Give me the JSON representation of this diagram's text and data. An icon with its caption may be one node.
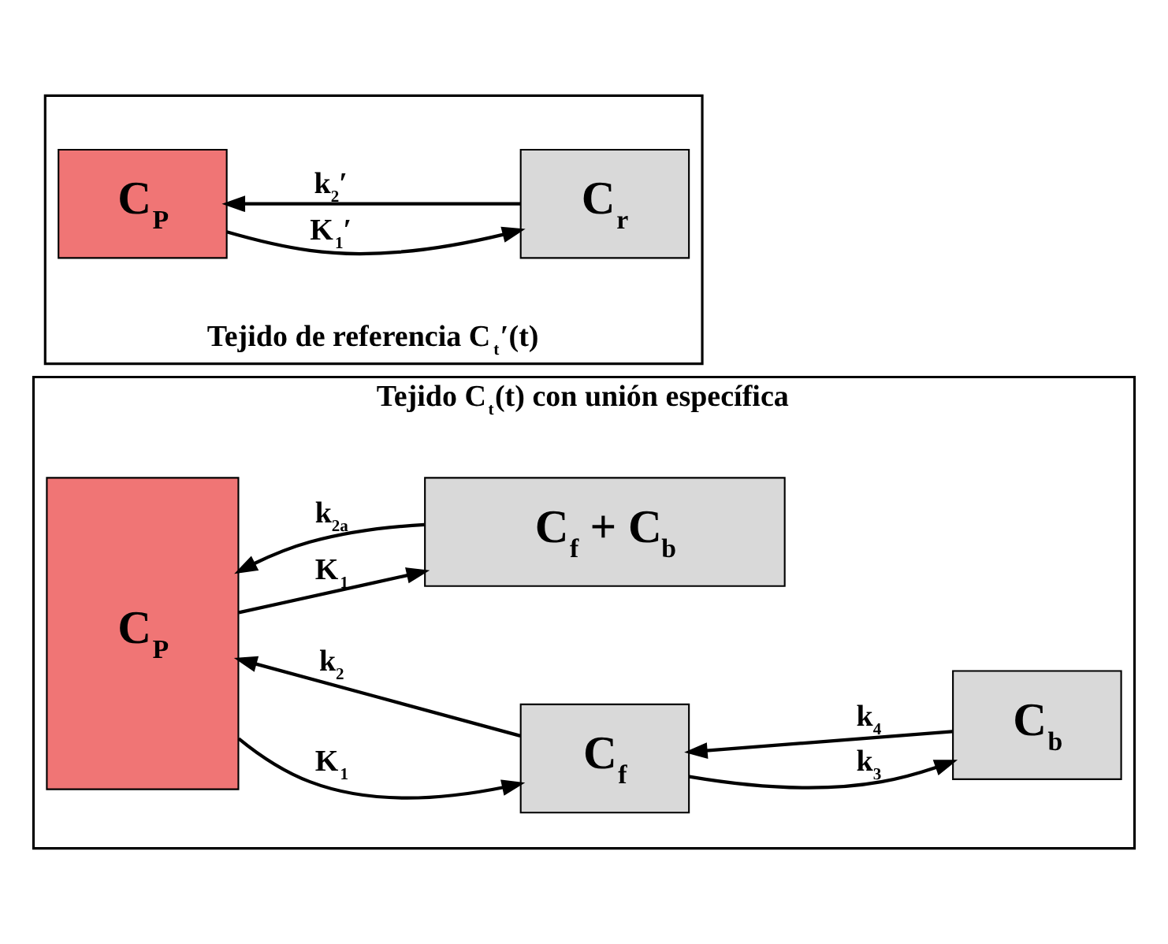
{
  "diagram": {
    "nodes": [
      {
        "text": [
          "Tejido C$_{t}$(t) con unión específica"
        ]
      },
      {
        "text": [
          "C$_{P}$"
        ],
        "in": 0
      },
      {
        "text": [
          "C$_{f}$"
        ],
        "in": 0
      },
      {
        "text": [
          "C$_{b}$"
        ],
        "in": 0
      },
      {
        "text": [
          "C$_{f}$ + C$_{b}$"
        ],
        "in": 0
      },
      {
        "text": [
          "Tejido de referencia C$_{t}$′(t)"
        ]
      },
      {
        "text": [
          "C$_{P}$"
        ],
        "in": 5
      },
      {
        "text": [
          "C$_{r}$"
        ],
        "in": 5
      }
    ],
    "edges": [
      {
        "from": 1,
        "to": 2,
        "arrow": "to",
        "label": "K$_{1}$"
      },
      {
        "from": 2,
        "to": 1,
        "arrow": "to",
        "label": "k$_{2}$"
      },
      {
        "from": 2,
        "to": 3,
        "arrow": "to",
        "label": "k$_{3}$"
      },
      {
        "from": 3,
        "to": 2,
        "arrow": "to",
        "label": "k$_{4}$"
      },
      {
        "from": 1,
        "to": 4,
        "arrow": "to",
        "label": "K$_{1}$"
      },
      {
        "from": 4,
        "to": 1,
        "arrow": "to",
        "label": "k$_{2a}$"
      },
      {
        "from": 6,
        "to": 7,
        "arrow": "to",
        "label": "K$_{1}$′"
      },
      {
        "from": 7,
        "to": 6,
        "arrow": "to",
        "label": "k$_{2}$′"
      }
    ]
  }
}
